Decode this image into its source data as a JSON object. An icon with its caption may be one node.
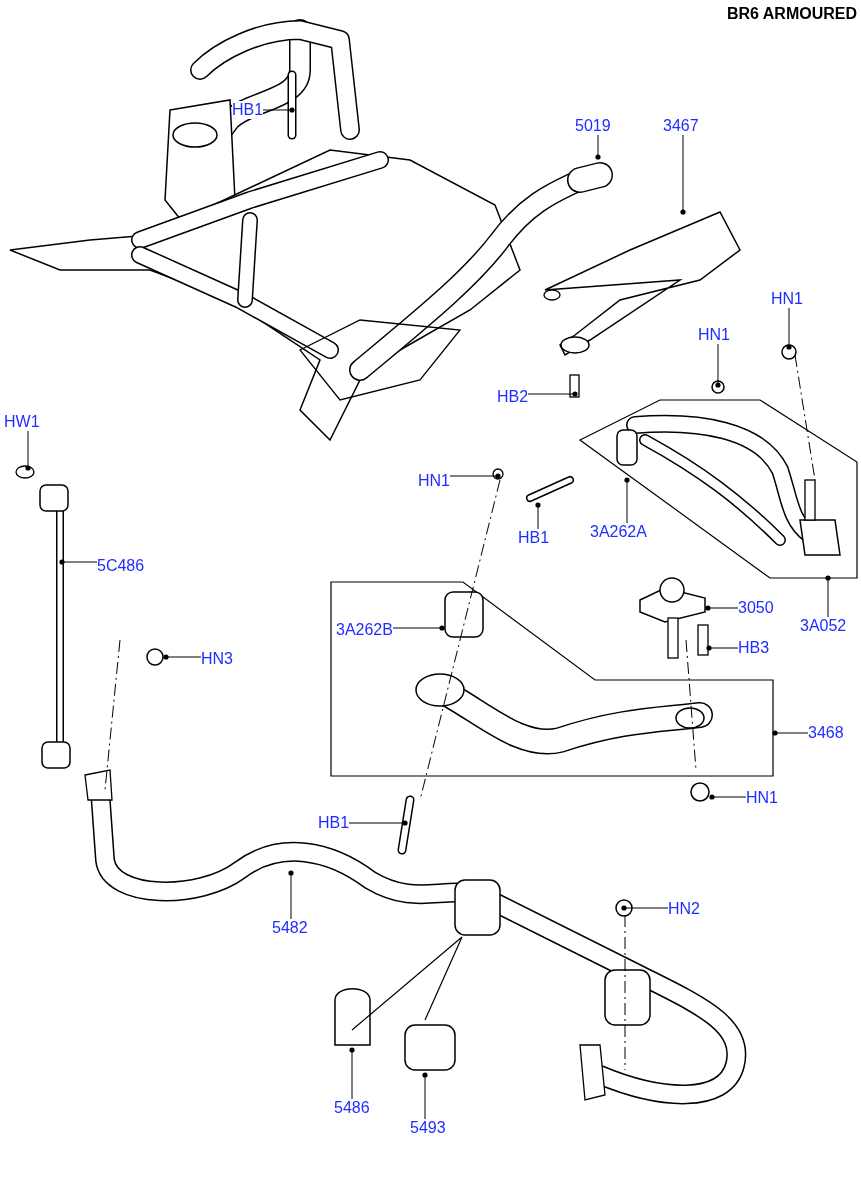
{
  "diagram": {
    "title": "BR6 ARMOURED",
    "nodes": [
      {
        "text": [
          "HB1"
        ]
      },
      {
        "text": [
          "5019"
        ]
      },
      {
        "text": [
          "3467"
        ]
      },
      {
        "text": [
          "HN1"
        ]
      },
      {
        "text": [
          "HN1"
        ]
      },
      {
        "text": [
          "HB2"
        ]
      },
      {
        "text": [
          "HW1"
        ]
      },
      {
        "text": [
          "HN1"
        ]
      },
      {
        "text": [
          "HB1"
        ]
      },
      {
        "text": [
          "3A262A"
        ]
      },
      {
        "text": [
          "5C486"
        ]
      },
      {
        "text": [
          "3050"
        ]
      },
      {
        "text": [
          "3A262B"
        ]
      },
      {
        "text": [
          "HB3"
        ]
      },
      {
        "text": [
          "HN3"
        ]
      },
      {
        "text": [
          "3A052"
        ]
      },
      {
        "text": [
          "3468"
        ]
      },
      {
        "text": [
          "HN1"
        ]
      },
      {
        "text": [
          "HB1"
        ]
      },
      {
        "text": [
          "5482"
        ]
      },
      {
        "text": [
          "HN2"
        ]
      },
      {
        "text": [
          "5486"
        ]
      },
      {
        "text": [
          "5493"
        ]
      }
    ],
    "edges": [
      {
        "from": 0,
        "to": null,
        "arrow": "other"
      },
      {
        "from": 1,
        "to": null,
        "arrow": "other"
      },
      {
        "from": 2,
        "to": null,
        "arrow": "other"
      },
      {
        "from": 3,
        "to": null,
        "arrow": "other"
      },
      {
        "from": 4,
        "to": null,
        "arrow": "other"
      },
      {
        "from": 5,
        "to": null,
        "arrow": "other"
      },
      {
        "from": 6,
        "to": null,
        "arrow": "other"
      },
      {
        "from": 7,
        "to": null,
        "arrow": "other"
      },
      {
        "from": 8,
        "to": null,
        "arrow": "other"
      },
      {
        "from": 9,
        "to": null,
        "arrow": "other"
      },
      {
        "from": 10,
        "to": null,
        "arrow": "other"
      },
      {
        "from": 11,
        "to": null,
        "arrow": "other"
      },
      {
        "from": 12,
        "to": null,
        "arrow": "other"
      },
      {
        "from": 13,
        "to": null,
        "arrow": "other"
      },
      {
        "from": 14,
        "to": null,
        "arrow": "other"
      },
      {
        "from": 15,
        "to": null,
        "arrow": "other"
      },
      {
        "from": 16,
        "to": null,
        "arrow": "other"
      },
      {
        "from": 17,
        "to": null,
        "arrow": "other"
      },
      {
        "from": 18,
        "to": null,
        "arrow": "other"
      },
      {
        "from": 19,
        "to": null,
        "arrow": "other"
      },
      {
        "from": 20,
        "to": null,
        "arrow": "other"
      },
      {
        "from": 21,
        "to": null,
        "arrow": "other"
      },
      {
        "from": 22,
        "to": null,
        "arrow": "other"
      }
    ]
  }
}
